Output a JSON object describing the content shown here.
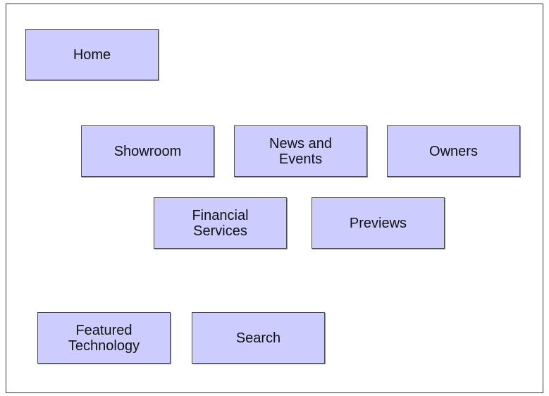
{
  "colors": {
    "box_fill": "#ccccff",
    "box_border": "#4a4a4a",
    "frame_border": "#333333"
  },
  "nodes": {
    "home": "Home",
    "showroom": "Showroom",
    "news_and_events": "News and\nEvents",
    "owners": "Owners",
    "financial_services": "Financial\nServices",
    "previews": "Previews",
    "featured_technology": "Featured\nTechnology",
    "search": "Search"
  }
}
